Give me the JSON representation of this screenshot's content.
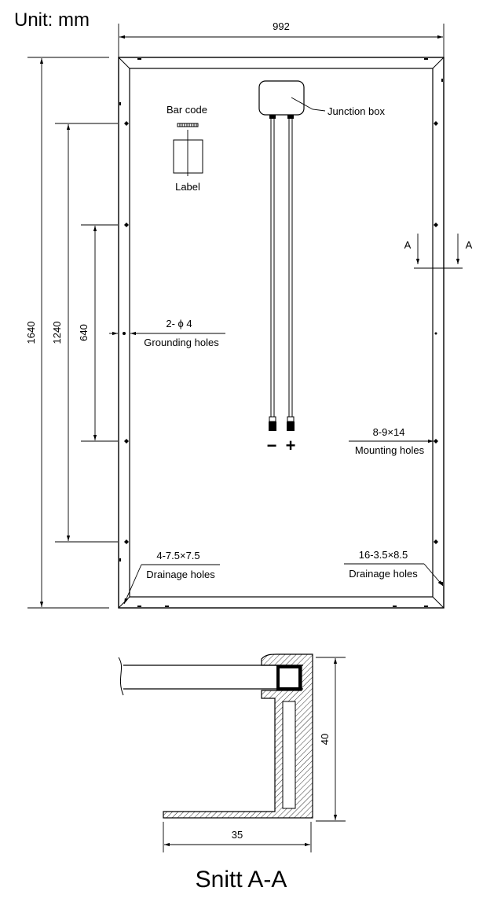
{
  "unit_label": "Unit: mm",
  "panel": {
    "width_dim": "992",
    "height_dim": "1640",
    "dim_1240": "1240",
    "dim_640": "640"
  },
  "callouts": {
    "bar_code": "Bar code",
    "label": "Label",
    "junction_box": "Junction box",
    "grounding_spec": "2- ϕ 4",
    "grounding_holes": "Grounding holes",
    "mounting_spec": "8-9×14",
    "mounting_holes": "Mounting holes",
    "drainage_left_spec": "4-7.5×7.5",
    "drainage_left_label": "Drainage holes",
    "drainage_right_spec": "16-3.5×8.5",
    "drainage_right_label": "Drainage holes",
    "section_mark_left": "A",
    "section_mark_right": "A",
    "minus": "−",
    "plus": "+"
  },
  "section": {
    "height_dim": "40",
    "width_dim": "35",
    "title": "Snitt A-A"
  }
}
